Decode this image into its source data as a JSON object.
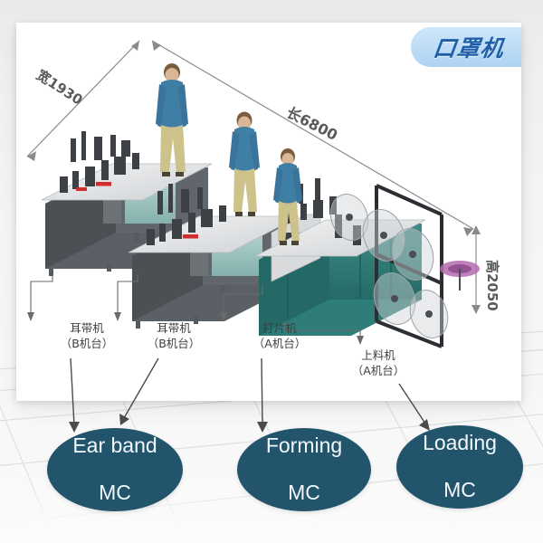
{
  "badge": {
    "text": "口罩机"
  },
  "dimensions": {
    "width_label": "宽1930",
    "length_label": "长6800",
    "height_label": "高2050"
  },
  "machine_labels": [
    {
      "line1": "耳带机",
      "line2": "（B机台）"
    },
    {
      "line1": "耳带机",
      "line2": "（B机台）"
    },
    {
      "line1": "打片机",
      "line2": "（A机台）"
    },
    {
      "line1": "上料机",
      "line2": "（A机台）"
    }
  ],
  "callouts": [
    {
      "line1": "Ear band",
      "line2": "MC"
    },
    {
      "line1": "Forming",
      "line2": "MC"
    },
    {
      "line1": "Loading",
      "line2": "MC"
    }
  ],
  "colors": {
    "badge_fill": "#bcdcf6",
    "badge_text": "#1f5fa8",
    "ellipse_fill": "#22546b",
    "ellipse_text": "#f2f8fb",
    "card_bg": "#ffffff",
    "machine_body": "#5b6066",
    "machine_glass": "#9ec9c6",
    "loading_body": "#2e7d79",
    "person_shirt": "#3f7fa6",
    "person_pants": "#cdc28a",
    "arrow": "#4a4a4a"
  }
}
